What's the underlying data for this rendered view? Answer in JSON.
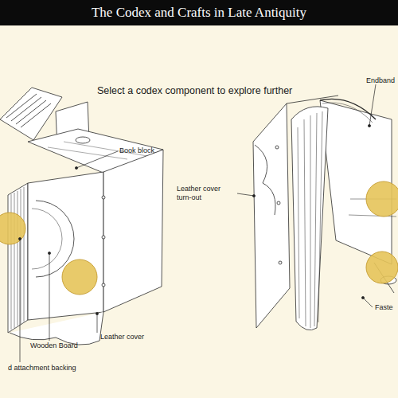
{
  "diagram": {
    "title": "The Codex and Crafts in Late Antiquity",
    "labels": [
      "Select a codex component to explore further",
      "Book block",
      "d attachment backing",
      "Wooden Board",
      "Leather cover",
      "Leather cover turn-out",
      "Endband",
      "Faste"
    ]
  }
}
